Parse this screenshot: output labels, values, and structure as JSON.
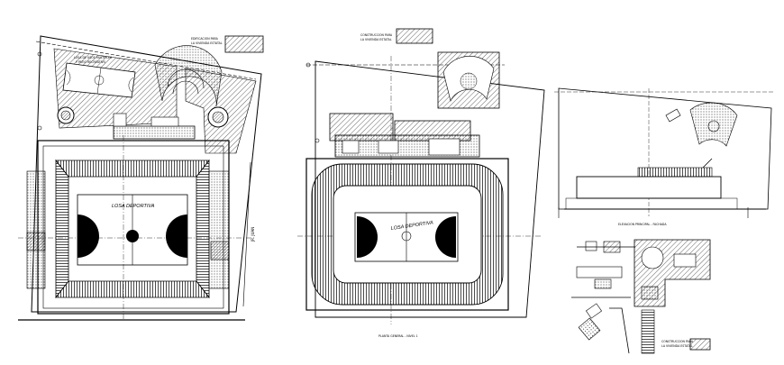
{
  "drawing": {
    "court_label": "LOSA DEPORTIVA",
    "street_label": "JR. JUAN",
    "note_a": [
      "EDIFICACION PARA",
      "LA VIVIENDA ESTATAL"
    ],
    "note_b": [
      "CONSTRUCCION PARA",
      "LA VIVIENDA ESTATAL"
    ],
    "note_c": [
      "CONSTRUCCION PARA",
      "LA VIVIENDA ESTATAL"
    ],
    "park_label": [
      "LOSA DE USOS MULTIPLES",
      "Y PATIO RECREATIVO"
    ],
    "section_caption": "ELEVACION PRINCIPAL - FACHADA",
    "plan_caption": "PLANTA GENERAL - NIVEL 1"
  }
}
